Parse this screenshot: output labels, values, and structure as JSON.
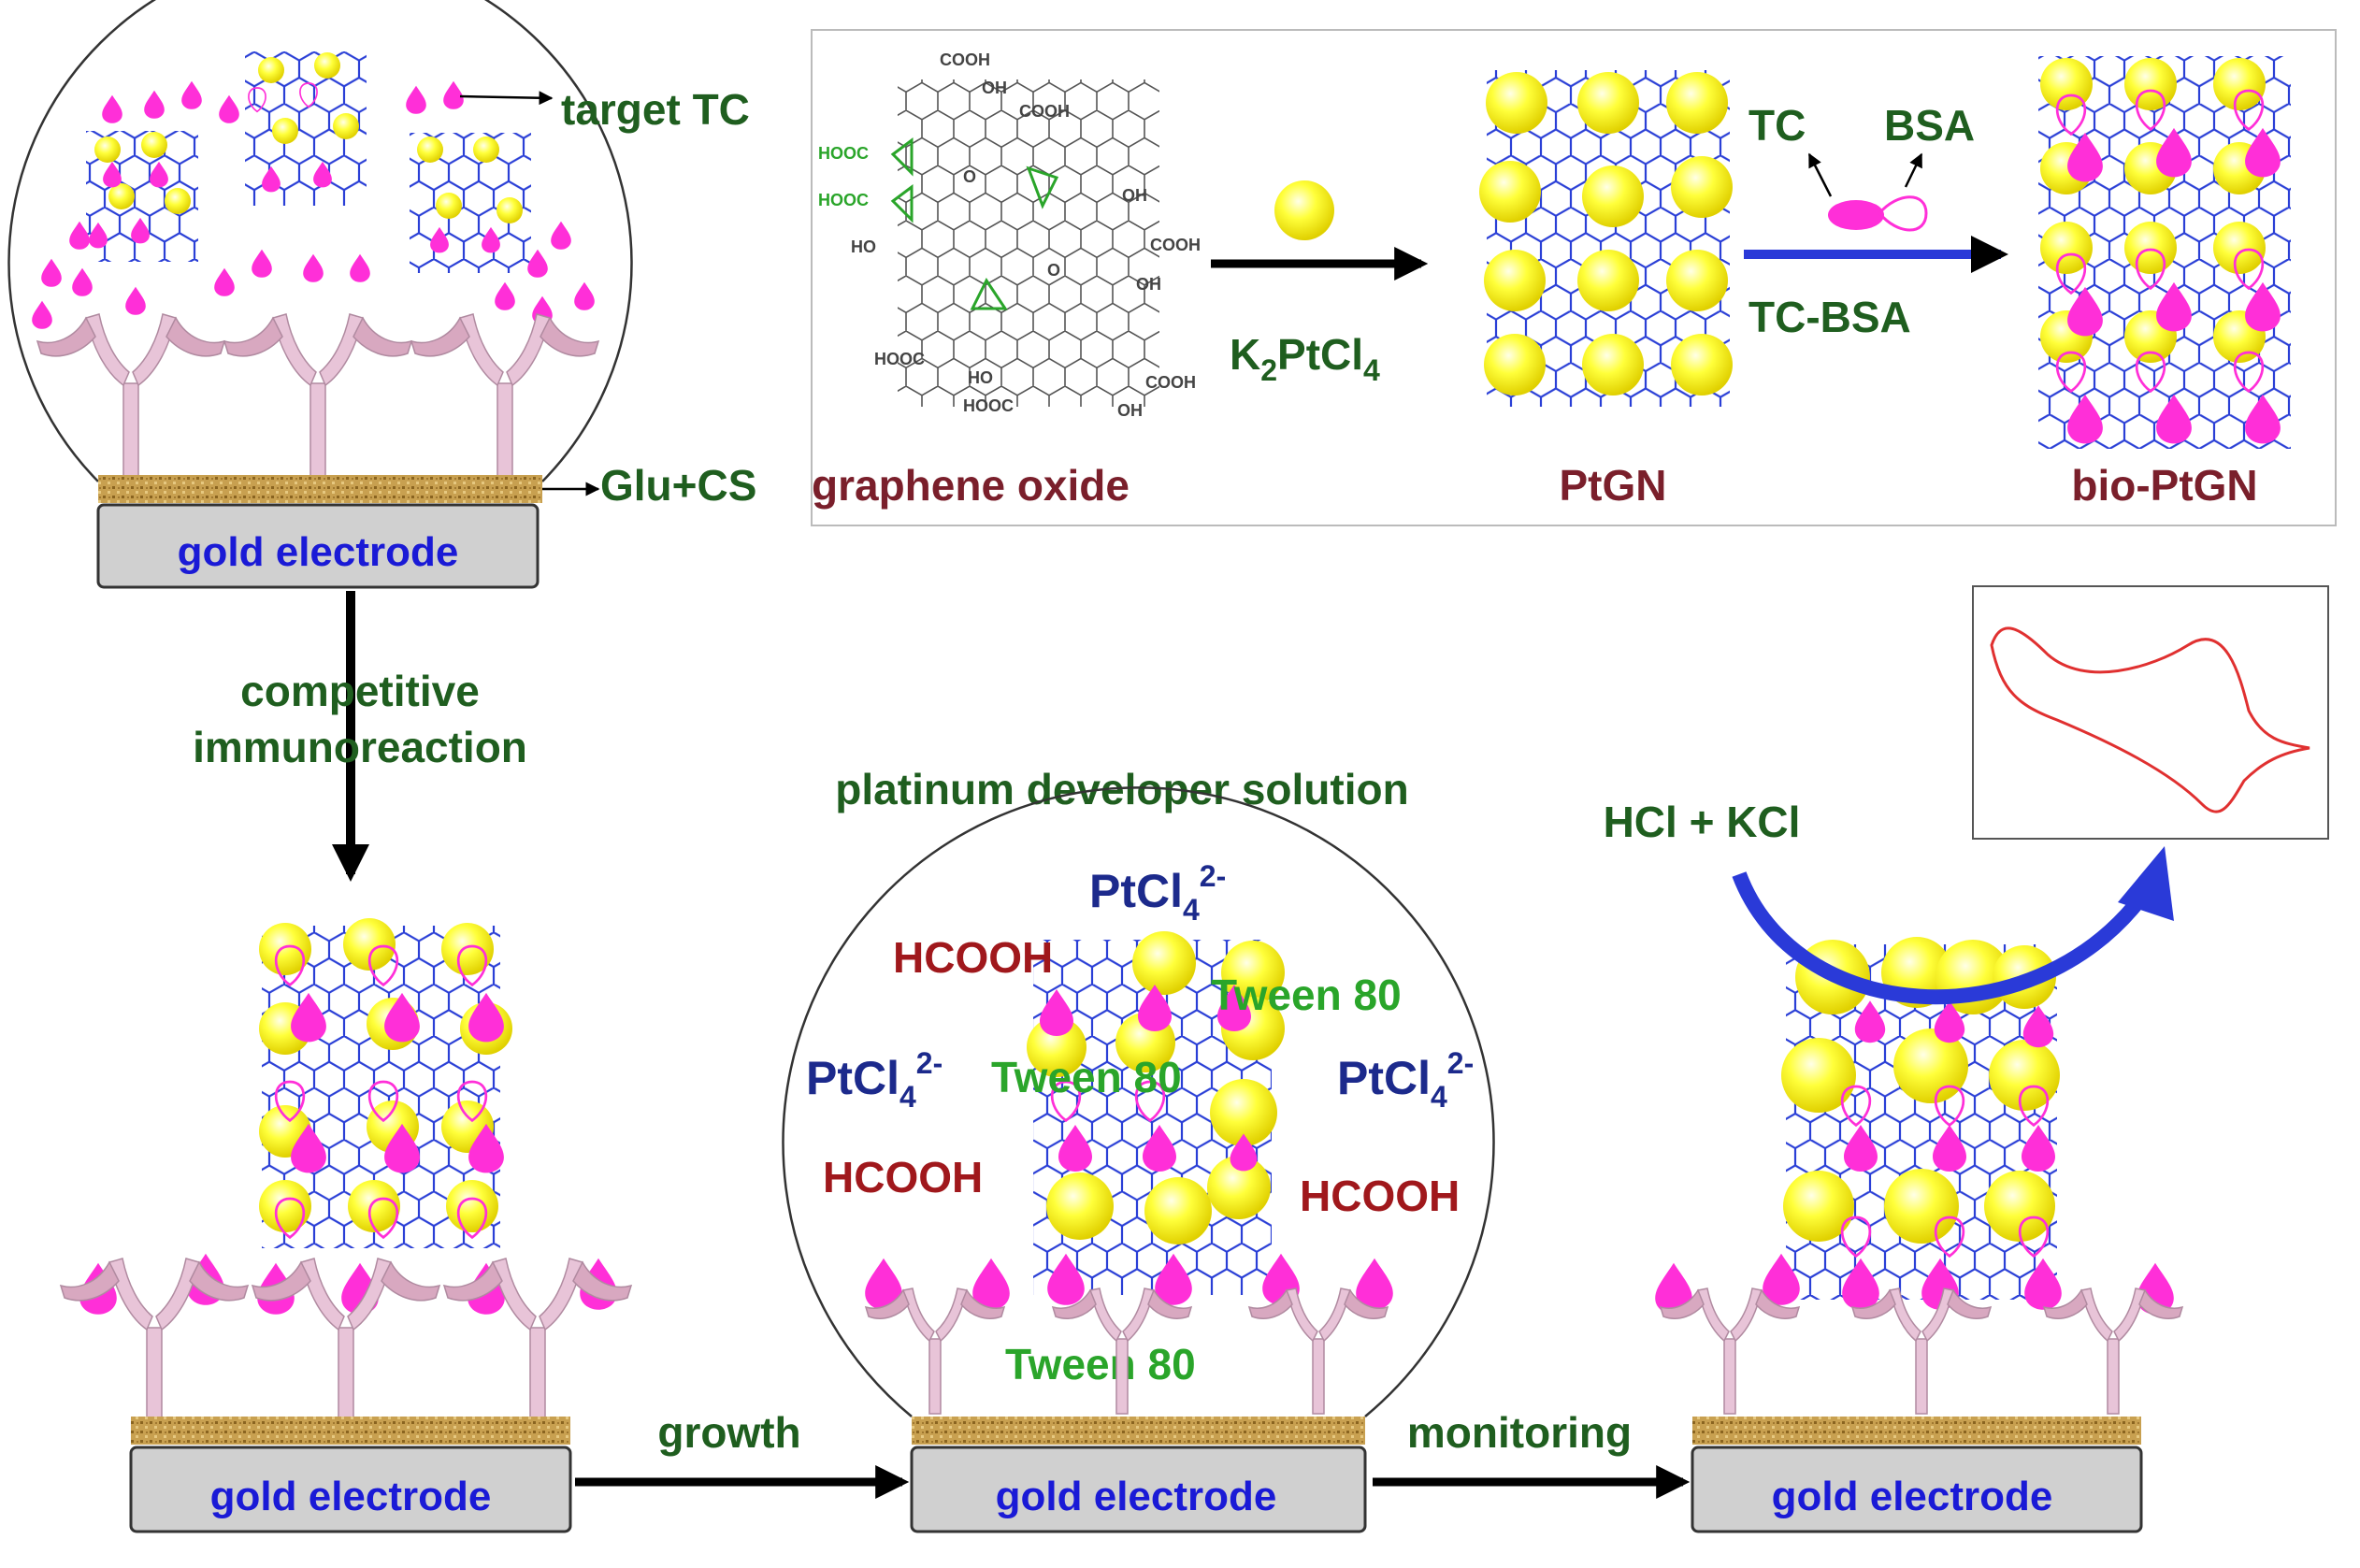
{
  "colors": {
    "dark_green": "#1f5e1f",
    "bright_green": "#2aa52a",
    "maroon": "#7a1f2b",
    "dark_red": "#a0181c",
    "blue_text": "#1a1ad6",
    "navy": "#1c2a8c",
    "magenta": "#ff2fd8",
    "yellow": "#ffff2a",
    "antibody": "#e8c4d8",
    "mesh": "#2a3fd6",
    "gold_layer": "#c8a050",
    "electrode": "#d0d0d0",
    "cv_curve": "#e03030",
    "blue_arrow": "#2a3ad8"
  },
  "electrodes": {
    "top_left": "gold electrode",
    "bottom_left": "gold electrode",
    "bottom_middle": "gold electrode",
    "bottom_right": "gold electrode"
  },
  "labels": {
    "target_tc": "target TC",
    "glu_cs": "Glu+CS",
    "graphene_oxide": "graphene oxide",
    "k2ptcl4": {
      "main": "K",
      "sub1": "2",
      "mid": "PtCl",
      "sub2": "4"
    },
    "ptgn": "PtGN",
    "tc": "TC",
    "bsa": "BSA",
    "tc_bsa": "TC-BSA",
    "bio_ptgn": "bio-PtGN",
    "competitive_line1": "competitive",
    "competitive_line2": "immunoreaction",
    "growth": "growth",
    "monitoring": "monitoring",
    "platinum_solution": "platinum developer solution",
    "hcl_kcl": "HCl + KCl",
    "ptcl4": {
      "main": "PtCl",
      "sub": "4",
      "sup": "2-"
    },
    "hcooh": "HCOOH",
    "tween": "Tween 80"
  },
  "graphene_oxide_groups": {
    "cooh": "COOH",
    "oh": "OH",
    "hooc": "HOOC",
    "ho": "HO",
    "o": "O"
  }
}
